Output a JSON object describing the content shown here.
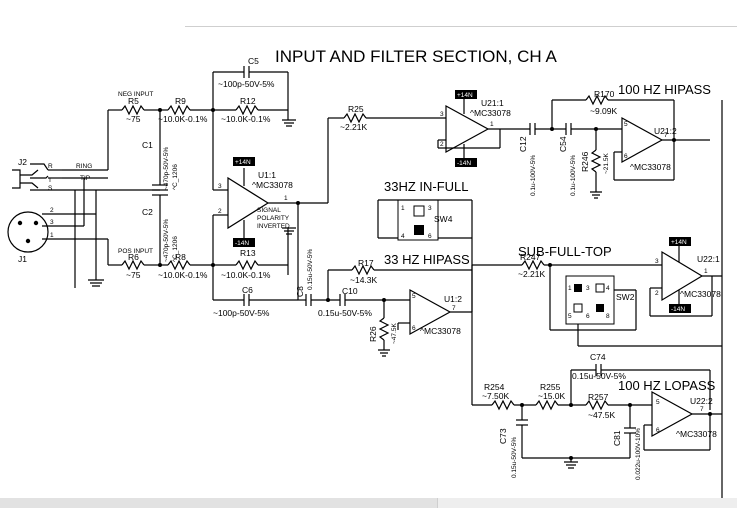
{
  "title": "INPUT AND FILTER SECTION, CH A",
  "sections": {
    "hipass100": "100 HZ HIPASS",
    "inFull33": "33HZ IN-FULL",
    "hipass33": "33 HZ HIPASS",
    "subFullTop": "SUB-FULL-TOP",
    "lopass100": "100 HZ LOPASS"
  },
  "connectors": {
    "j2": "J2",
    "j1": "J1",
    "ring": "RING",
    "tip": "TIP",
    "r": "R",
    "t": "T",
    "s": "S",
    "p2": "2",
    "p3": "3",
    "p1": "1",
    "neg_input": "NEG INPUT",
    "pos_input": "POS INPUT"
  },
  "components": {
    "r5": "R5",
    "r5v": "~75",
    "r6": "R6",
    "r6v": "~75",
    "r9": "R9",
    "r9v": "~10.0K-0.1%",
    "r8": "R8",
    "r8v": "~10.0K-0.1%",
    "r12": "R12",
    "r12v": "~10.0K-0.1%",
    "r13": "R13",
    "r13v": "~10.0K-0.1%",
    "c5": "C5",
    "c5v": "~100p-50V-5%",
    "c6": "C6",
    "c6v": "~100p-50V-5%",
    "c1": "C1",
    "c1v": "~470p-50V-5%",
    "c1f": "^C_1206",
    "c2": "C2",
    "c2v": "~470p-50V-5%",
    "c2f": "^C_1206",
    "r25": "R25",
    "r25v": "~2.21K",
    "c8": "C8",
    "c8v": "0.15u-50V-5%",
    "c10": "C10",
    "c10v": "0.15u-50V-5%",
    "r17": "R17",
    "r17v": "~14.3K",
    "r26": "R26",
    "r26v": "~47.5K",
    "c12": "C12",
    "c12v": "0.1u-100V-5%",
    "c54": "C54",
    "c54v": "0.1u-100V-5%",
    "r170": "R170",
    "r170v": "~9.09K",
    "r246": "R246",
    "r246v": "~21.5K",
    "r247": "R247",
    "r247v": "~2.21K",
    "r254": "R254",
    "r254v": "~7.50K",
    "r255": "R255",
    "r255v": "~15.0K",
    "r257": "R257",
    "r257v": "~47.5K",
    "c73": "C73",
    "c73v": "0.15u-50V-5%",
    "c74": "C74",
    "c74v": "0.15u-50V-5%",
    "c81": "C81",
    "c81v": "0.022u-100V-10%",
    "sw4": "SW4",
    "sw2": "SW2"
  },
  "opamps": {
    "u1_1": "U1:1",
    "u1_2": "U1:2",
    "u21_1": "U21:1",
    "u21_2": "U21:2",
    "u22_1": "U22:1",
    "u22_2": "U22:2",
    "part": "^MC33078",
    "vpos": "+14N",
    "vneg": "-14N",
    "signal_note_1": "SIGNAL",
    "signal_note_2": "POLARITY",
    "signal_note_3": "INVERTED"
  },
  "pins": {
    "p1": "1",
    "p2": "2",
    "p3": "3",
    "p4": "4",
    "p5": "5",
    "p6": "6",
    "p7": "7",
    "p8": "8"
  }
}
